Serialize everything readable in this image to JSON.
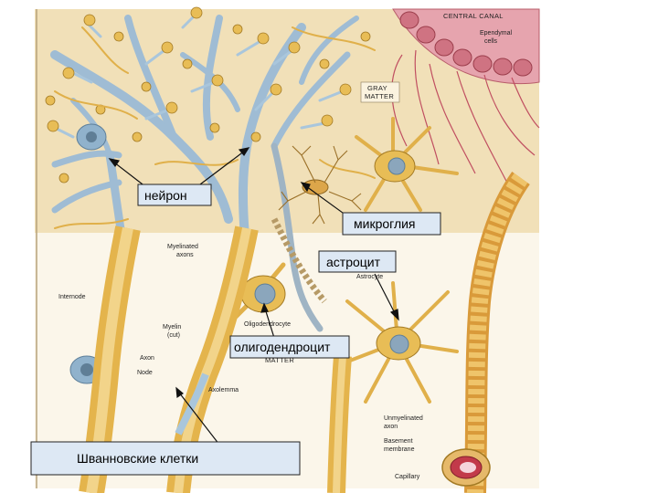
{
  "russian_labels": {
    "neuron": "нейрон",
    "microglia": "микроглия",
    "astrocyte": "астроцит",
    "oligodendrocyte": "олигодендроцит",
    "schwann": "Шванновские клетки"
  },
  "english_labels": {
    "central_canal": "CENTRAL CANAL",
    "ependymal_1": "Ependymal",
    "ependymal_2": "cells",
    "gray_1": "GRAY",
    "gray_2": "MATTER",
    "myelinated_1": "Myelinated",
    "myelinated_2": "axons",
    "internode": "Internode",
    "astrocyte": "Astrocyte",
    "oligodendrocyte": "Oligodendrocyte",
    "myelin_1": "Myelin",
    "myelin_2": "(cut)",
    "axon": "Axon",
    "node": "Node",
    "white_matter": "MATTER",
    "axolemma": "Axolemma",
    "unmyelinated_1": "Unmyelinated",
    "unmyelinated_2": "axon",
    "basement_1": "Basement",
    "basement_2": "membrane",
    "capillary": "Capillary"
  },
  "colors": {
    "tissue_bg": "#f1e0b8",
    "white_matter_bg": "#fbf6ea",
    "neuron_blue": "#a9c6dc",
    "glia_yellow": "#e8bd56",
    "ependymal_pink": "#d98a96",
    "label_box_fill": "#dde8f4"
  }
}
